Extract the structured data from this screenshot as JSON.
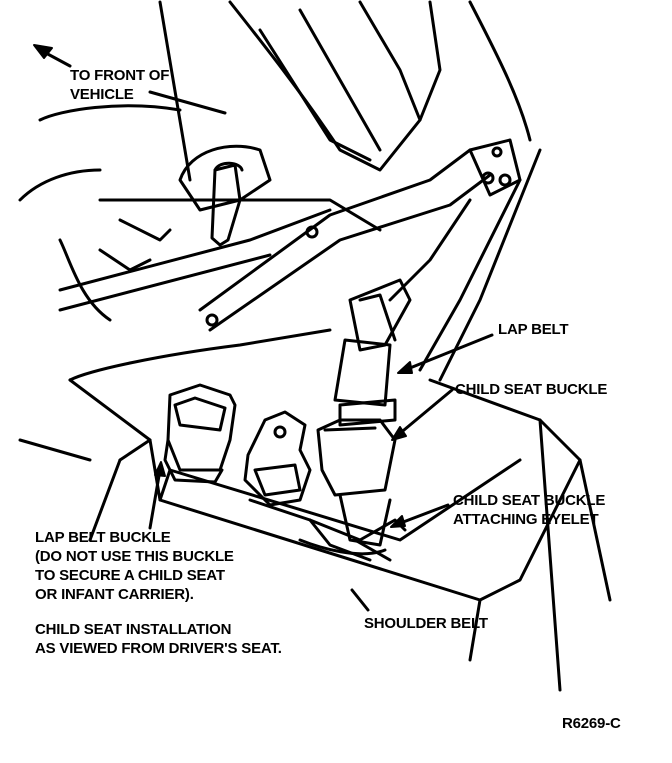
{
  "labels": {
    "front": [
      "TO FRONT OF",
      "VEHICLE"
    ],
    "lap_belt": "LAP BELT",
    "child_seat_buckle": "CHILD SEAT BUCKLE",
    "eyelet": [
      "CHILD SEAT BUCKLE",
      "ATTACHING EYELET"
    ],
    "lap_belt_buckle": [
      "LAP BELT BUCKLE",
      "(DO NOT USE THIS BUCKLE",
      "TO SECURE A CHILD SEAT",
      "OR INFANT CARRIER)."
    ],
    "shoulder_belt": "SHOULDER BELT",
    "caption": [
      "CHILD SEAT INSTALLATION",
      "AS VIEWED FROM DRIVER'S SEAT."
    ],
    "figure_id": "R6269-C"
  }
}
